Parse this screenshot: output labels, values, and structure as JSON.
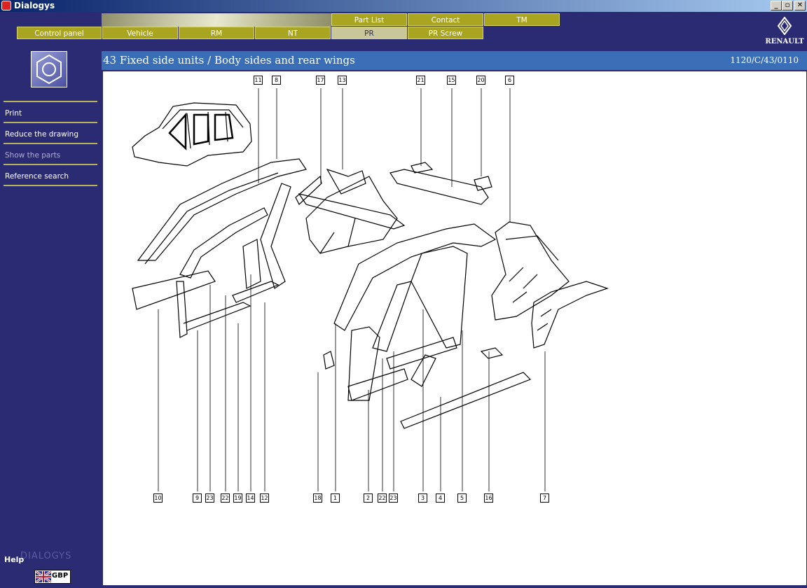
{
  "window": {
    "title": "Dialogys"
  },
  "nav_top": [
    {
      "label": "Part List"
    },
    {
      "label": "Contact"
    },
    {
      "label": "TM"
    }
  ],
  "nav_bottom": [
    {
      "label": "Control panel"
    },
    {
      "label": "Vehicle"
    },
    {
      "label": "RM"
    },
    {
      "label": "NT"
    },
    {
      "label": "PR"
    },
    {
      "label": "PR Screw"
    }
  ],
  "brand": {
    "name": "RENAULT"
  },
  "sidebar": {
    "menu": [
      {
        "label": "Print"
      },
      {
        "label": "Reduce the drawing"
      },
      {
        "label": "Show the parts"
      },
      {
        "label": "Reference search"
      }
    ],
    "help_label": "Help",
    "logo_text": "DIALOGYS",
    "language_code": "GBP"
  },
  "content": {
    "title": "43 Fixed side units / Body sides and rear wings",
    "reference": "1120/C/43/0110"
  },
  "callouts_top": [
    "11",
    "8",
    "17",
    "13",
    "21",
    "15",
    "20",
    "6"
  ],
  "callouts_bottom": [
    "10",
    "9",
    "23",
    "22",
    "19",
    "14",
    "12",
    "18",
    "1",
    "2",
    "22",
    "23",
    "3",
    "4",
    "5",
    "16",
    "7"
  ],
  "colors": {
    "background": "#2b2b73",
    "tab": "#a9a521",
    "tab_active": "#c9c79a",
    "title_bar": "#3a6fb8"
  }
}
